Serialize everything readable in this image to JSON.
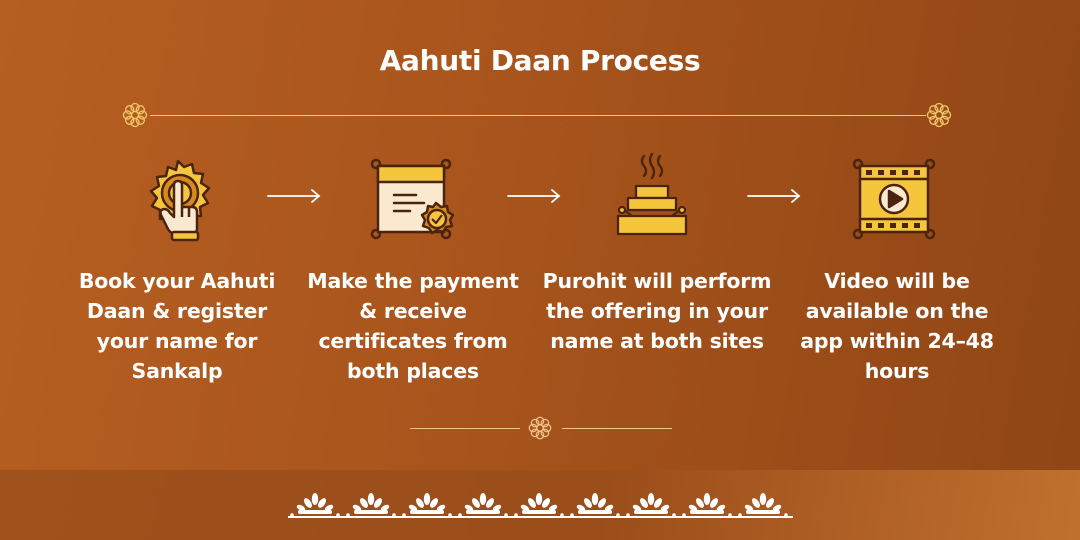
{
  "title": "Aahuti Daan Process",
  "steps": [
    {
      "icon": "finger-tap-icon",
      "text": "Book your Aahuti Daan & register your name for Sankalp"
    },
    {
      "icon": "certificate-icon",
      "text": "Make the payment & receive certificates from both places"
    },
    {
      "icon": "havan-kund-icon",
      "text": "Purohit will perform the offering in your name at both sites"
    },
    {
      "icon": "video-play-icon",
      "text": "Video will be available on the app within 24–48 hours"
    }
  ],
  "colors": {
    "background": "#a8541c",
    "accent": "#f5c53b",
    "rule": "#f2c86a",
    "icon_outline": "#4a2410",
    "icon_paper": "#fbe9cf"
  }
}
